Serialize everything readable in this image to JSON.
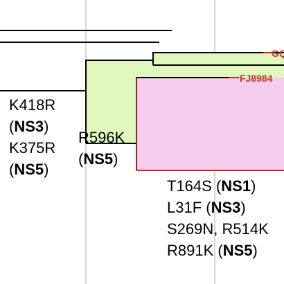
{
  "colors": {
    "green_clade": "#e0f8bd",
    "pink_clade": "#f7cdee",
    "red_border": "#d9221c",
    "leaf_label": "#c0392b",
    "gridline": "#d6d6d6"
  },
  "leaves": {
    "top": "GQ",
    "second": "FJ8984"
  },
  "annotations": {
    "left_branch": [
      {
        "text": "K418R",
        "bold": ""
      },
      {
        "text": "(",
        "bold": "NS3",
        "after": ")"
      },
      {
        "text": "K375R",
        "bold": ""
      },
      {
        "text": "(",
        "bold": "NS5",
        "after": ")"
      }
    ],
    "middle_branch": [
      {
        "text": "R596K",
        "bold": ""
      },
      {
        "text": "(",
        "bold": "NS5",
        "after": ")"
      }
    ],
    "right_branch": [
      {
        "text": "T164S (",
        "bold": "NS1",
        "after": ")"
      },
      {
        "text": "L31F (",
        "bold": "NS3",
        "after": ")"
      },
      {
        "text": "S269N, R514K",
        "bold": ""
      },
      {
        "text": "R891K (",
        "bold": "NS5",
        "after": ")"
      }
    ]
  }
}
